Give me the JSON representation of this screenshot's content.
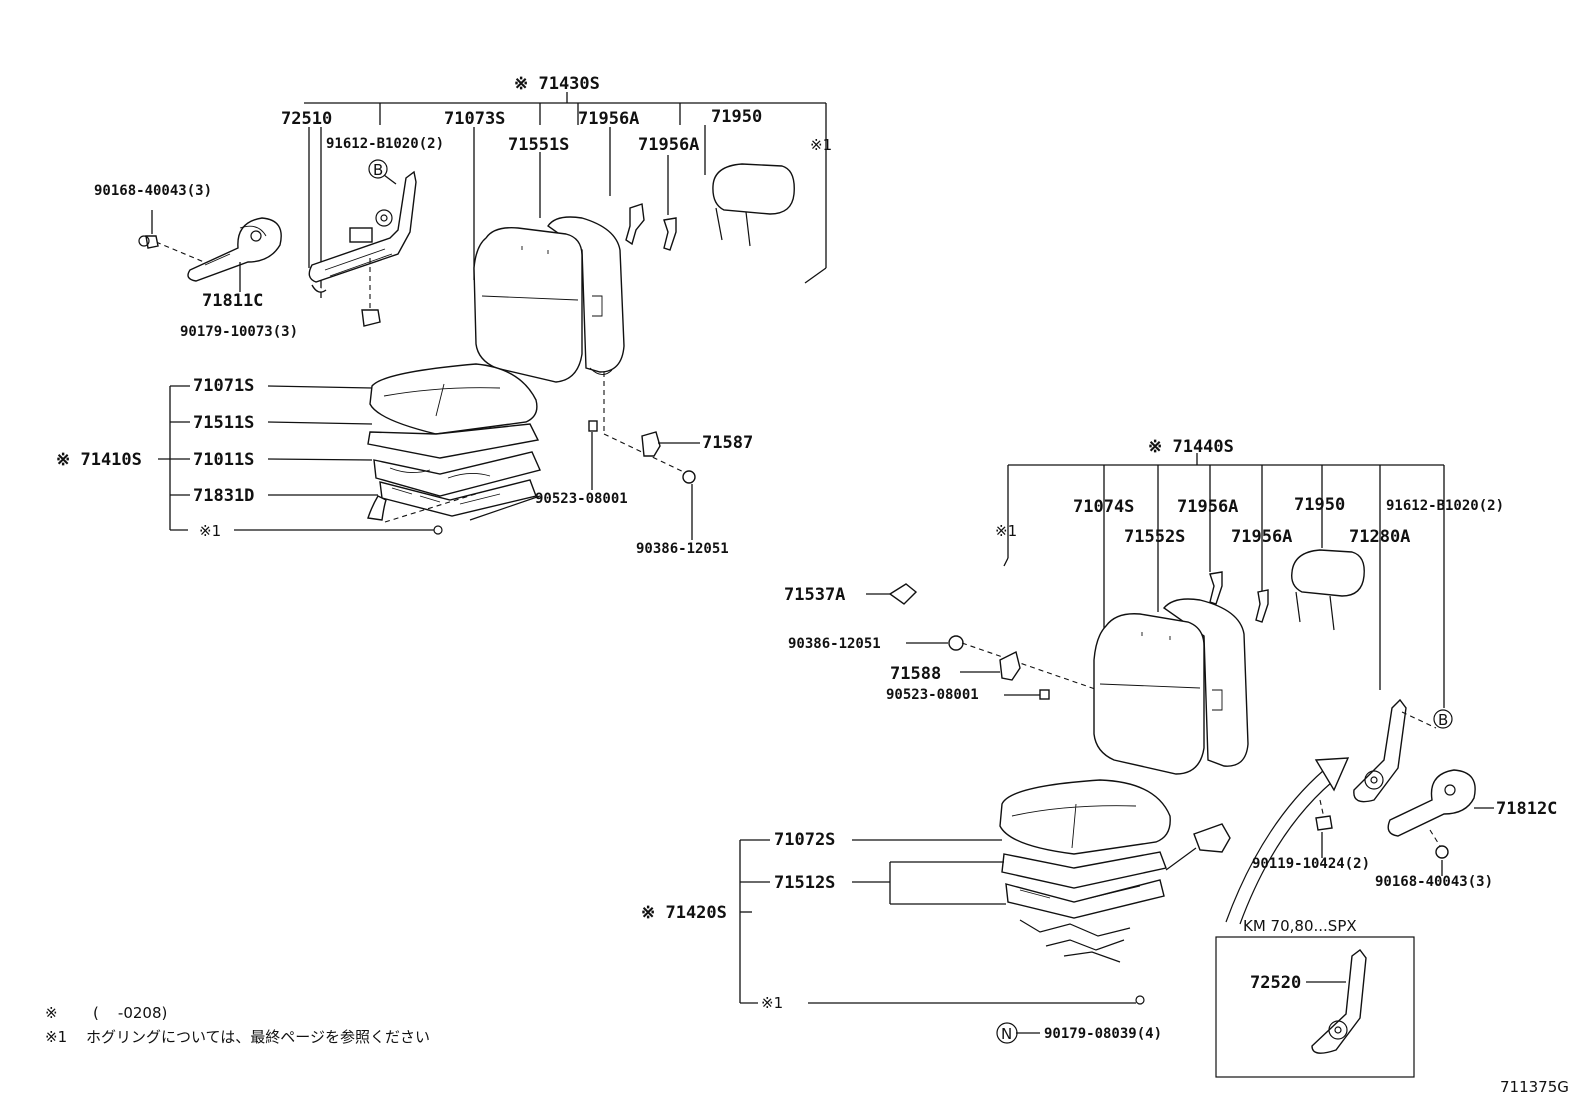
{
  "labels": {
    "asm_71430S": "※ 71430S",
    "p72510": "72510",
    "p71073S": "71073S",
    "p71956A_1": "71956A",
    "p71950_1": "71950",
    "p91612_1": "91612-B1020(2)",
    "p71551S": "71551S",
    "p71956A_2": "71956A",
    "ref1_top": "※1",
    "p90168_1": "90168-40043(3)",
    "ref_b_1": "B",
    "p71811C": "71811C",
    "p90179_10073": "90179-10073(3)",
    "p71071S": "71071S",
    "p71511S": "71511S",
    "asm_71410S": "※ 71410S",
    "p71011S": "71011S",
    "p71831D": "71831D",
    "ref1_left": "※1",
    "p71587": "71587",
    "p90523_1": "90523-08001",
    "p90386_1": "90386-12051",
    "asm_71440S": "※ 71440S",
    "ref1_right": "※1",
    "p71074S": "71074S",
    "p71956A_3": "71956A",
    "p71950_2": "71950",
    "p91612_2": "91612-B1020(2)",
    "p71552S": "71552S",
    "p71956A_4": "71956A",
    "p71280A": "71280A",
    "p71537A": "71537A",
    "p90386_2": "90386-12051",
    "p71588": "71588",
    "p90523_2": "90523-08001",
    "ref_b_2": "B",
    "p71812C": "71812C",
    "p90119": "90119-10424(2)",
    "p90168_2": "90168-40043(3)",
    "p71072S": "71072S",
    "p71512S": "71512S",
    "asm_71420S": "※ 71420S",
    "ref1_bottom": "※1",
    "ref_n": "N",
    "p90179_08039": "90179-08039(4)",
    "inset_title": "KM 70,80...SPX",
    "p72520": "72520"
  },
  "notes": {
    "line1_mark": "※",
    "line1_text": "(    -0208)",
    "line2_mark": "※1",
    "line2_text": "ホグリングについては、最終ページを参照ください"
  },
  "figure_id": "711375G"
}
